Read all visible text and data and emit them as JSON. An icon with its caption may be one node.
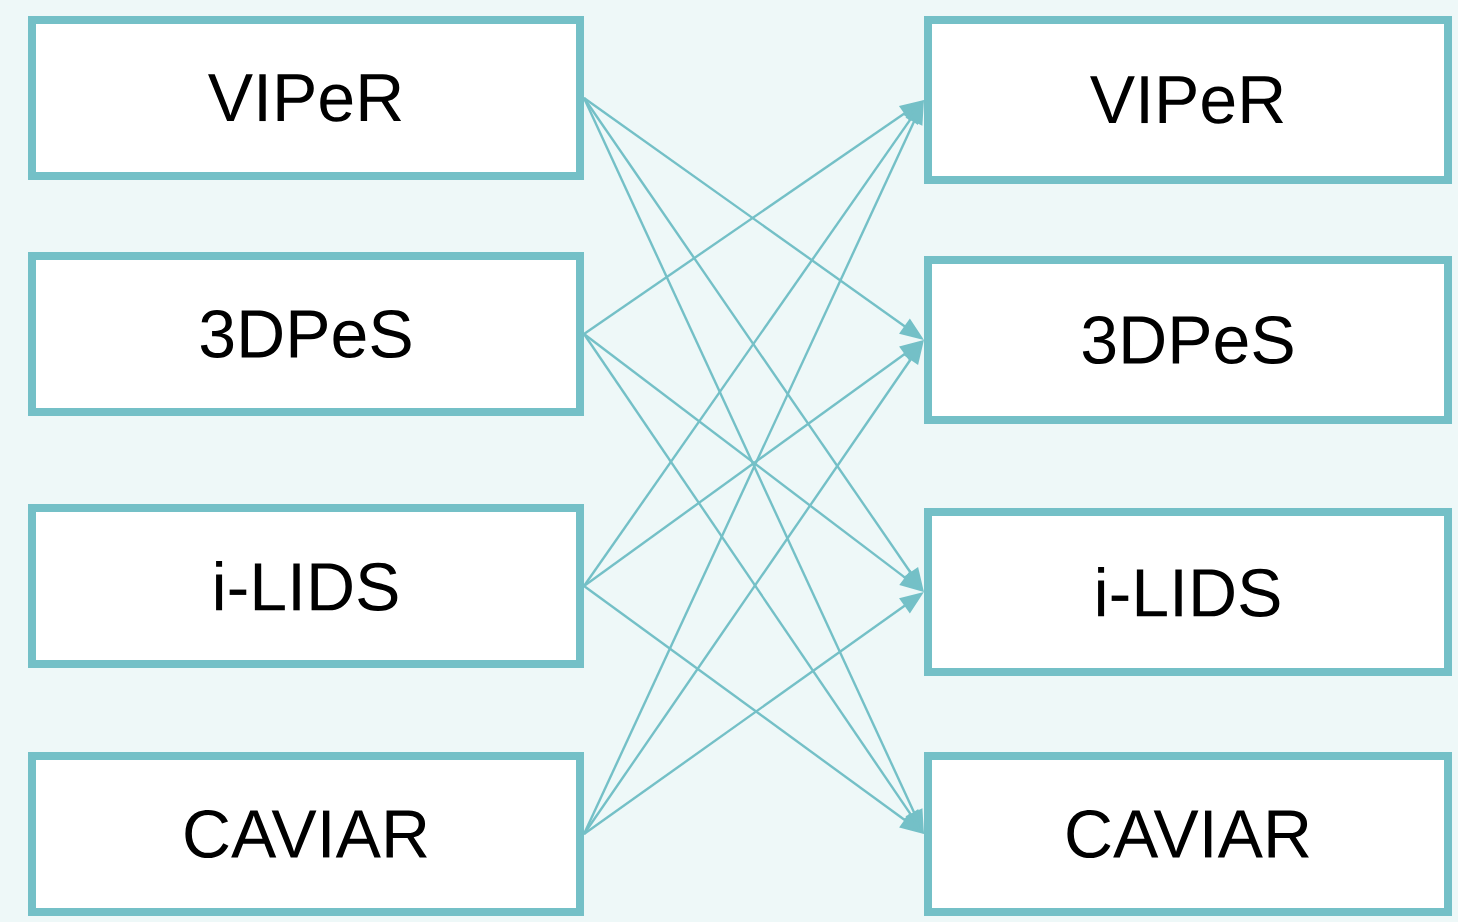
{
  "diagram": {
    "nodes": [
      {
        "text": [
          "VIPeR"
        ]
      },
      {
        "text": [
          "3DPeS"
        ]
      },
      {
        "text": [
          "i-LIDS"
        ]
      },
      {
        "text": [
          "CAVIAR"
        ]
      },
      {
        "text": [
          "VIPeR"
        ]
      },
      {
        "text": [
          "3DPeS"
        ]
      },
      {
        "text": [
          "i-LIDS"
        ]
      },
      {
        "text": [
          "CAVIAR"
        ]
      }
    ],
    "edges": [
      {
        "from": 0,
        "to": 5,
        "arrow": "to"
      },
      {
        "from": 0,
        "to": 6,
        "arrow": "to"
      },
      {
        "from": 0,
        "to": 7,
        "arrow": "to"
      },
      {
        "from": 1,
        "to": 4,
        "arrow": "to"
      },
      {
        "from": 1,
        "to": 6,
        "arrow": "to"
      },
      {
        "from": 1,
        "to": 7,
        "arrow": "to"
      },
      {
        "from": 2,
        "to": 4,
        "arrow": "to"
      },
      {
        "from": 2,
        "to": 5,
        "arrow": "to"
      },
      {
        "from": 2,
        "to": 7,
        "arrow": "to"
      },
      {
        "from": 3,
        "to": 4,
        "arrow": "to"
      },
      {
        "from": 3,
        "to": 5,
        "arrow": "to"
      },
      {
        "from": 3,
        "to": 6,
        "arrow": "to"
      }
    ]
  }
}
